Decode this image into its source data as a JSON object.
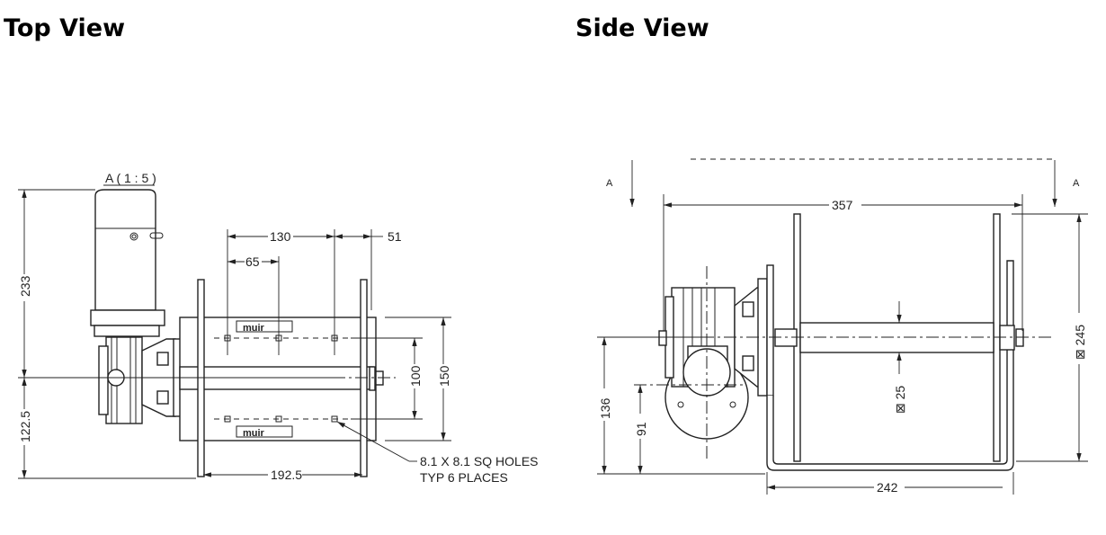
{
  "top_view": {
    "title": "Top View",
    "section_label": "A ( 1 : 5 )",
    "dims": {
      "height_up": "233",
      "height_down": "122.5",
      "hole_pitch": "130",
      "hole_half": "65",
      "edge": "51",
      "hole_spacing": "100",
      "frame_width": "150",
      "flange_span": "192.5"
    },
    "note_line1": "8.1 X 8.1 SQ HOLES",
    "note_line2": "TYP 6 PLACES"
  },
  "side_view": {
    "title": "Side View",
    "section_left": "A",
    "section_right": "A",
    "dims": {
      "overall_length": "357",
      "flange_size": "⊠ 245",
      "shaft_size": "⊠ 25",
      "center_height": "136",
      "motor_height": "91",
      "bracket_width": "242"
    }
  }
}
